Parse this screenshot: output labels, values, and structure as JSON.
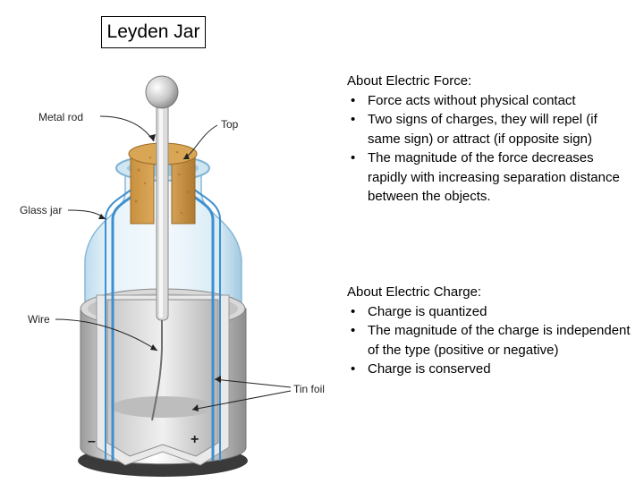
{
  "title": "Leyden Jar",
  "diagram": {
    "labels": {
      "metal_rod": "Metal rod",
      "top": "Top",
      "glass_jar": "Glass jar",
      "wire": "Wire",
      "tin_foil": "Tin foil",
      "minus": "–",
      "plus": "+"
    }
  },
  "force_section": {
    "heading": "About Electric Force:",
    "items": [
      "Force acts without physical contact",
      "Two signs of charges, they will repel (if same sign) or attract (if opposite sign)",
      "The magnitude of the force decreases rapidly with increasing separation distance between the objects."
    ]
  },
  "charge_section": {
    "heading": "About Electric Charge:",
    "items": [
      "Charge is quantized",
      "The magnitude of the charge is independent of the type (positive or negative)",
      "Charge is conserved"
    ]
  }
}
